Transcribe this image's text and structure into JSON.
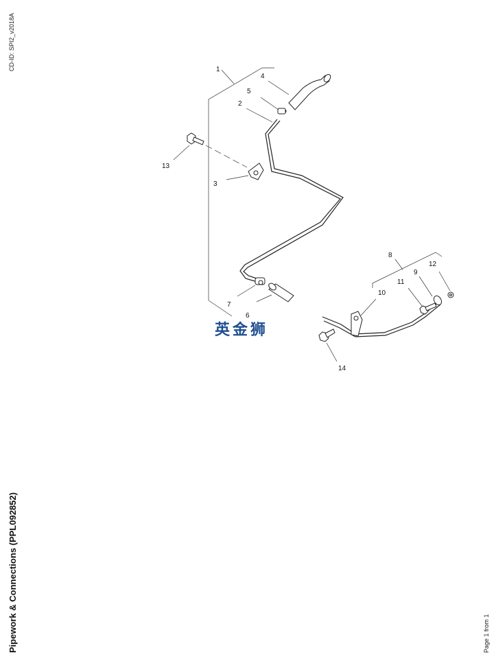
{
  "document": {
    "cd_id": "CD-ID: SPI2_v2018A",
    "title": "Pipework & Connections (PPL092852)",
    "page_count": "Page 1 from 1",
    "watermark": "英金狮"
  },
  "callouts": {
    "c1": "1",
    "c2": "2",
    "c3": "3",
    "c4": "4",
    "c5": "5",
    "c6": "6",
    "c7": "7",
    "c8": "8",
    "c9": "9",
    "c10": "10",
    "c11": "11",
    "c12": "12",
    "c13": "13",
    "c14": "14"
  }
}
